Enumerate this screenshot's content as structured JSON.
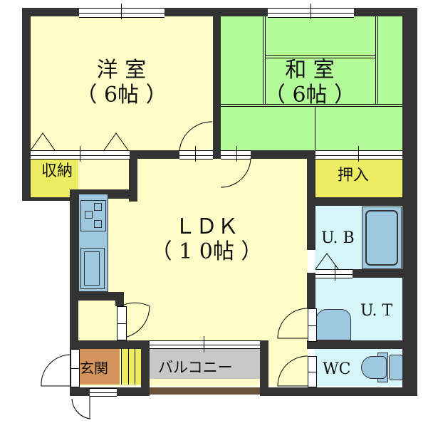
{
  "floorplan": {
    "rooms": {
      "western_room": {
        "name": "洋 室",
        "size": "（ 6帖 ）",
        "color": "#fffec8"
      },
      "japanese_room": {
        "name": "和 室",
        "size": "（ 6帖 ）",
        "color": "#b3fb98"
      },
      "storage": {
        "name": "収納",
        "color": "#eded63"
      },
      "closet": {
        "name": "押入",
        "color": "#eded63"
      },
      "ldk": {
        "name": "ＬＤＫ",
        "size": "（ 1 0帖 ）",
        "color": "#fffec8"
      },
      "unit_bath": {
        "name": "U. B",
        "color": "#d6f6fa"
      },
      "utility": {
        "name": "U. T",
        "color": "#d6f6fa"
      },
      "toilet": {
        "name": "WC",
        "color": "#d6f6fa"
      },
      "entrance": {
        "name": "玄関",
        "color": "#d4955d"
      },
      "balcony": {
        "name": "バルコニー",
        "color": "#c7c7c7"
      }
    },
    "colors": {
      "wall": "#333333",
      "fixture": "#9ec8e0",
      "shoe_rack": "#eded63",
      "balcony_edge": "#6b5339"
    }
  }
}
